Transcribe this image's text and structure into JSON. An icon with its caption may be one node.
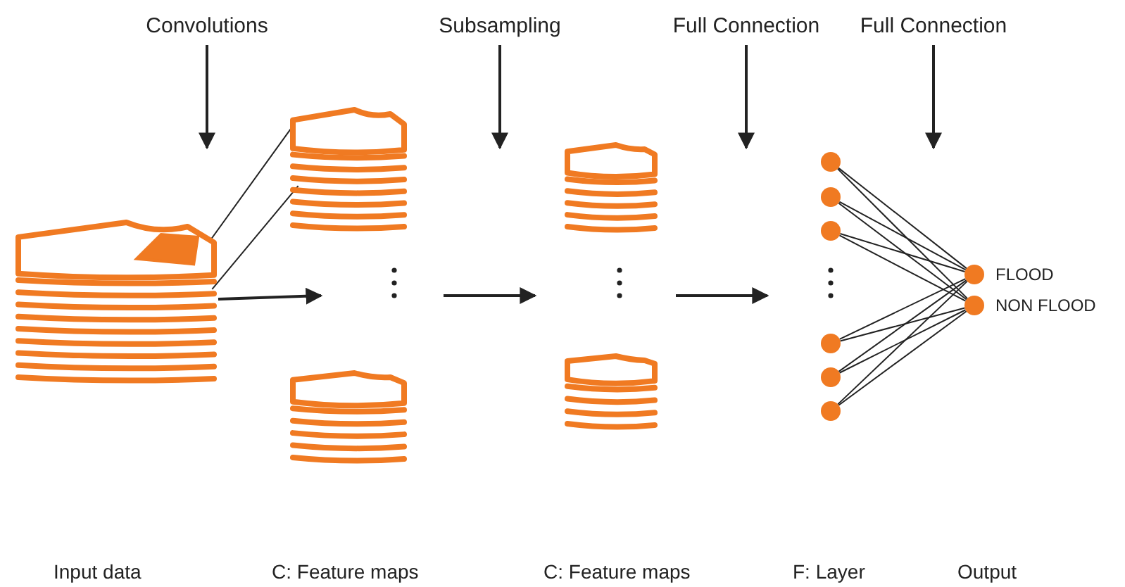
{
  "diagram": {
    "nodes": [
      {
        "text": [
          "Convolutions"
        ]
      },
      {
        "text": [
          "Subsampling"
        ]
      },
      {
        "text": [
          "Full Connection"
        ]
      },
      {
        "text": [
          "Full Connection"
        ]
      },
      {
        "text": [],
        "shape": "picture"
      },
      {
        "text": [],
        "shape": "picture"
      },
      {
        "text": [],
        "shape": "picture"
      },
      {
        "text": [],
        "shape": "picture"
      },
      {
        "text": [],
        "shape": "picture"
      },
      {
        "text": [],
        "shape": "circle"
      },
      {
        "text": [],
        "shape": "circle"
      },
      {
        "text": [],
        "shape": "circle"
      },
      {
        "text": [],
        "shape": "circle"
      },
      {
        "text": [],
        "shape": "circle"
      },
      {
        "text": [],
        "shape": "circle"
      },
      {
        "text": [],
        "shape": "circle",
        "beside": [
          "FLOOD"
        ]
      },
      {
        "text": [],
        "shape": "circle",
        "beside": [
          "NON FLOOD"
        ]
      }
    ],
    "edges": [
      {
        "from": 0,
        "to": null,
        "arrow": "to"
      },
      {
        "from": 1,
        "to": null,
        "arrow": "to"
      },
      {
        "from": 2,
        "to": null,
        "arrow": "to"
      },
      {
        "from": 3,
        "to": null,
        "arrow": "to"
      },
      {
        "from": 4,
        "to": 5,
        "arrow": "none"
      },
      {
        "from": 4,
        "to": 5,
        "arrow": "none"
      },
      {
        "from": 4,
        "to": null,
        "arrow": "to"
      },
      {
        "from": 9,
        "to": 15,
        "arrow": "none"
      },
      {
        "from": 9,
        "to": 16,
        "arrow": "none"
      },
      {
        "from": 10,
        "to": 15,
        "arrow": "none"
      },
      {
        "from": 10,
        "to": 16,
        "arrow": "none"
      },
      {
        "from": 11,
        "to": 15,
        "arrow": "none"
      },
      {
        "from": 11,
        "to": 16,
        "arrow": "none"
      },
      {
        "from": 12,
        "to": 15,
        "arrow": "none"
      },
      {
        "from": 12,
        "to": 16,
        "arrow": "none"
      },
      {
        "from": 13,
        "to": 15,
        "arrow": "none"
      },
      {
        "from": 13,
        "to": 16,
        "arrow": "none"
      },
      {
        "from": 14,
        "to": 15,
        "arrow": "none"
      },
      {
        "from": 14,
        "to": 16,
        "arrow": "none"
      }
    ],
    "labels": [
      "Input data",
      "C: Feature maps",
      "C: Feature maps",
      "F: Layer",
      "Output"
    ]
  }
}
